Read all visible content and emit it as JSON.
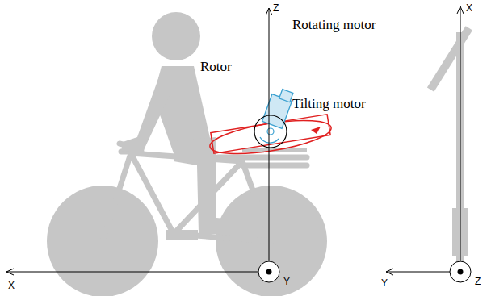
{
  "diagram": {
    "labels": [
      "Z",
      "Rotating motor",
      "Rotor",
      "Tilting motor",
      "X",
      "Y",
      "X",
      "Y",
      "Z"
    ]
  }
}
